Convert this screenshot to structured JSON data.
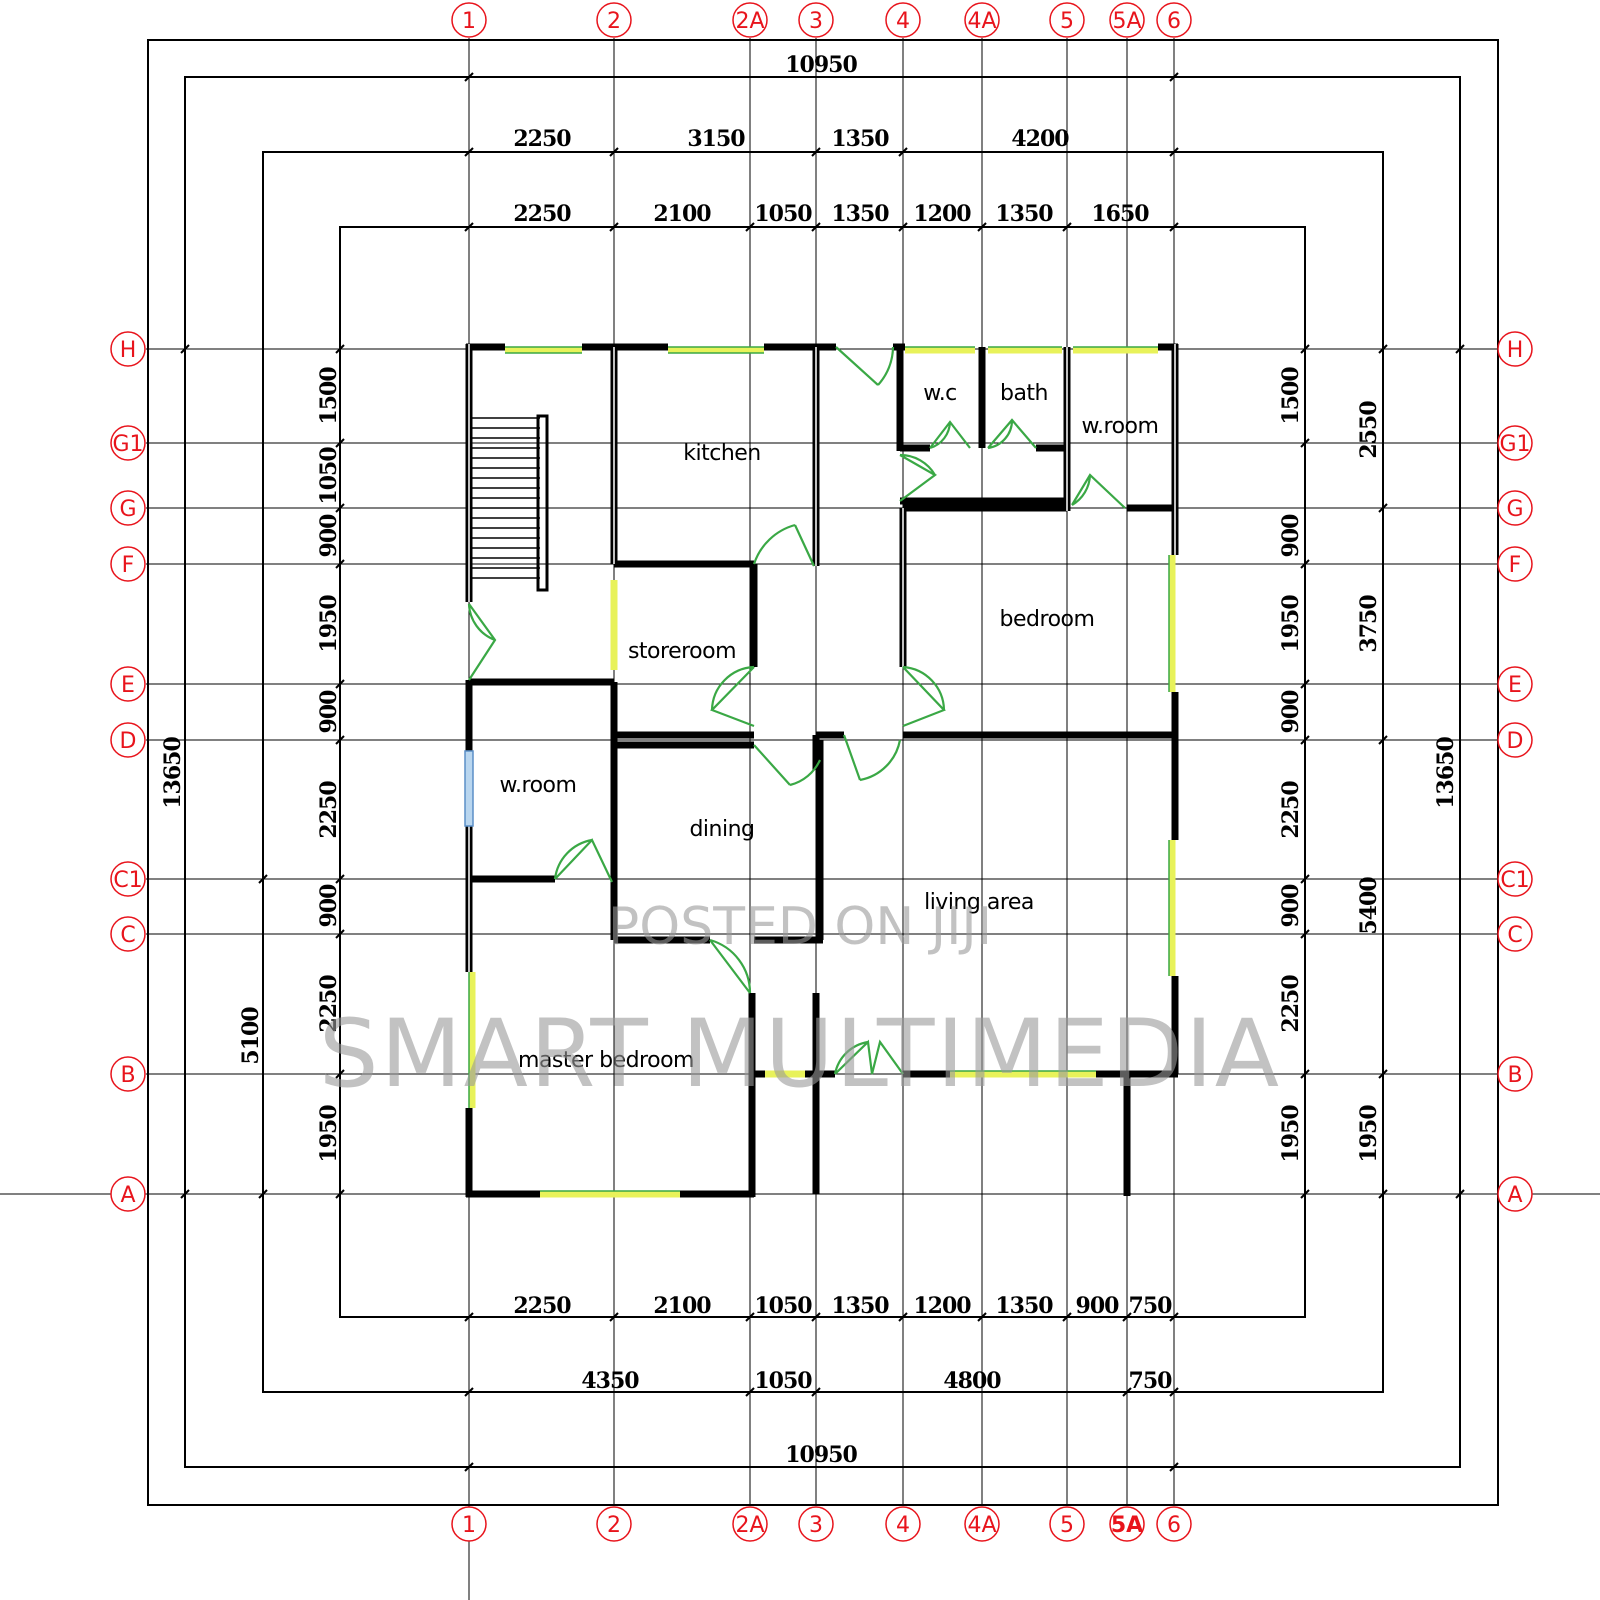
{
  "grid": {
    "columns": [
      "1",
      "2",
      "2A",
      "3",
      "4",
      "4A",
      "5",
      "5A",
      "6"
    ],
    "rows": [
      "H",
      "G1",
      "G",
      "F",
      "E",
      "D",
      "C1",
      "C",
      "B",
      "A"
    ]
  },
  "dimensions": {
    "top_overall": "10950",
    "top_middle": [
      "2250",
      "3150",
      "1350",
      "4200"
    ],
    "top_inner": [
      "2250",
      "2100",
      "1050",
      "1350",
      "1200",
      "1350",
      "1650"
    ],
    "bottom_inner": [
      "2250",
      "2100",
      "1050",
      "1350",
      "1200",
      "1350",
      "900",
      "750"
    ],
    "bottom_middle": [
      "4350",
      "1050",
      "4800",
      "750"
    ],
    "bottom_overall": "10950",
    "left_inner": [
      "1500",
      "1050",
      "900",
      "1950",
      "900",
      "2250",
      "900",
      "2250",
      "1950"
    ],
    "left_middle": "5100",
    "left_overall": "13650",
    "right_inner": [
      "1500",
      "900",
      "1950",
      "900",
      "2250",
      "900",
      "2250",
      "1950"
    ],
    "right_middle": [
      "2550",
      "3750",
      "5400",
      "1950"
    ],
    "right_overall": "13650"
  },
  "rooms": {
    "kitchen": "kitchen",
    "wc": "w.c",
    "bath": "bath",
    "wroom_top": "w.room",
    "bedroom": "bedroom",
    "storeroom": "storeroom",
    "wroom_left": "w.room",
    "dining": "dining",
    "living": "living area",
    "master": "master bedroom"
  },
  "watermark": {
    "line1": "POSTED ON JIJI",
    "line2": "SMART MULTIMEDIA"
  },
  "colors": {
    "grid_label": "#e8141c",
    "wall": "#000000",
    "door": "#3aa845",
    "window": "#e8f25a",
    "watermark": "#9a9a9a"
  }
}
